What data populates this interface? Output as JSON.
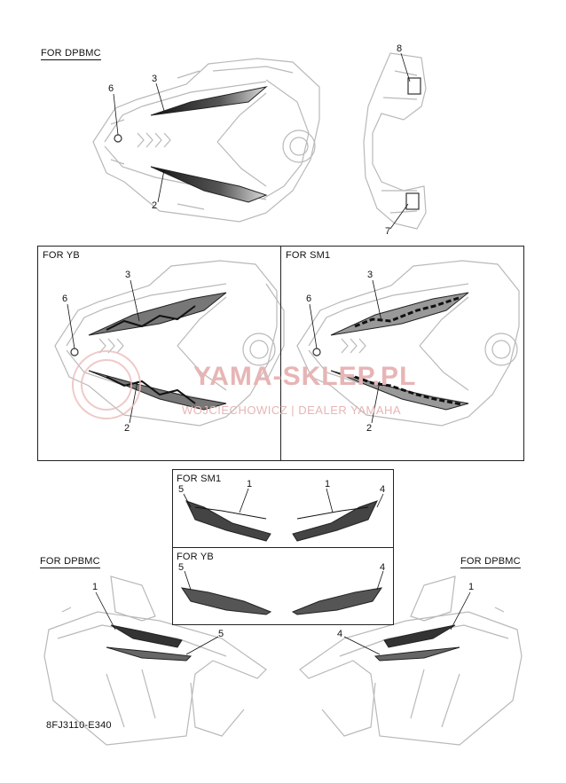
{
  "labels": {
    "top_left_panel": "FOR DPBMC",
    "mid_left_panel": "FOR YB",
    "mid_right_panel": "FOR SM1",
    "inset_top": "FOR SM1",
    "inset_bottom": "FOR YB",
    "bottom_left": "FOR DPBMC",
    "bottom_right": "FOR DPBMC"
  },
  "callouts": {
    "top": [
      "6",
      "3",
      "2",
      "8",
      "7"
    ],
    "yb": [
      "6",
      "3",
      "2"
    ],
    "sm1": [
      "6",
      "3",
      "2"
    ],
    "inset_sm1": [
      "5",
      "1",
      "1",
      "4"
    ],
    "inset_yb": [
      "5",
      "4"
    ],
    "bottom_left": [
      "1",
      "5"
    ],
    "bottom_right": [
      "1",
      "4"
    ]
  },
  "watermark": {
    "line1": "YAMA-SKLEP.PL",
    "line2": "WOJCIECHOWICZ | DEALER YAMAHA"
  },
  "figure_code": "8FJ3110-E340"
}
